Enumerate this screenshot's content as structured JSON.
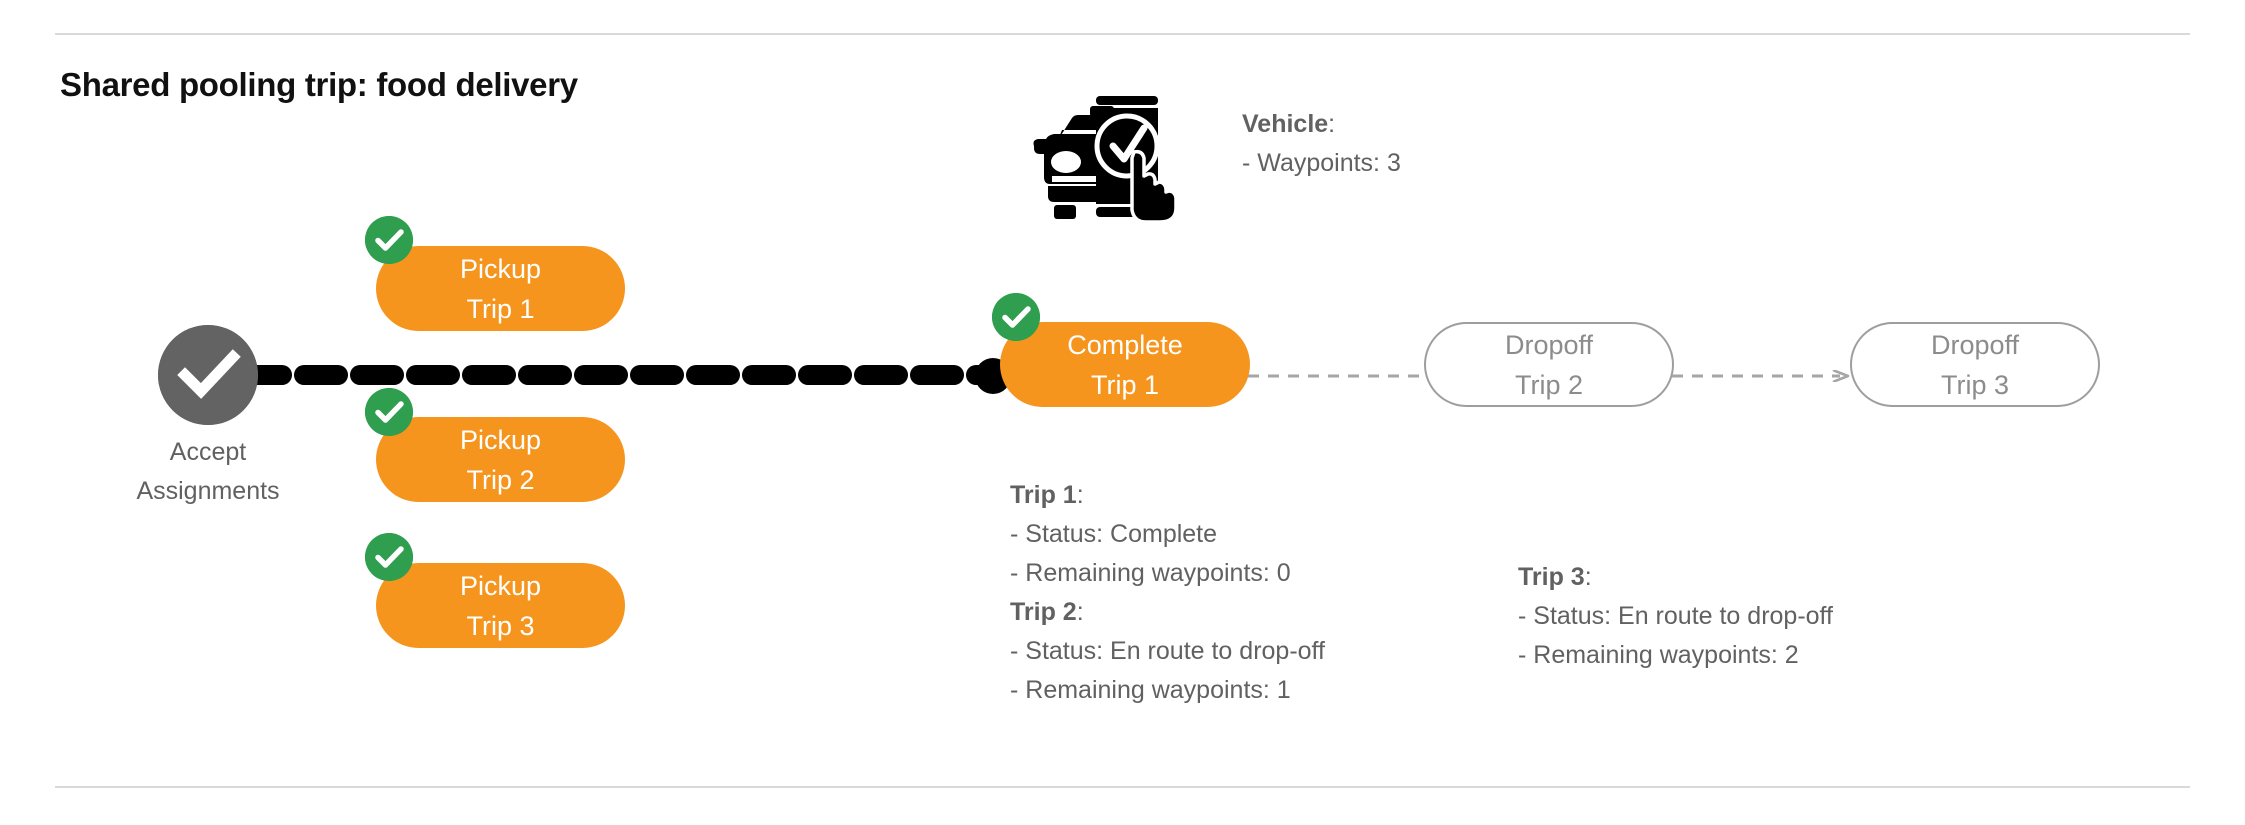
{
  "page": {
    "title": "Shared pooling trip: food delivery",
    "background": "#ffffff",
    "divider_color": "#d9d9d9"
  },
  "colors": {
    "orange": "#f5951e",
    "green": "#2f9e4f",
    "gray_circle": "#636363",
    "text_gray": "#616161",
    "outline_gray": "#9e9e9e",
    "black": "#000000",
    "white": "#ffffff"
  },
  "flow": {
    "start_node": {
      "label_line1": "Accept",
      "label_line2": "Assignments",
      "icon": "check-circle-icon",
      "state": "done"
    },
    "pickups": [
      {
        "line1": "Pickup",
        "line2": "Trip 1",
        "badge": "check-badge",
        "state": "done"
      },
      {
        "line1": "Pickup",
        "line2": "Trip 2",
        "badge": "check-badge",
        "state": "done"
      },
      {
        "line1": "Pickup",
        "line2": "Trip 3",
        "badge": "check-badge",
        "state": "done"
      }
    ],
    "complete_node": {
      "line1": "Complete",
      "line2": "Trip 1",
      "badge": "check-badge",
      "state": "done"
    },
    "dropoffs": [
      {
        "line1": "Dropoff",
        "line2": "Trip 2",
        "state": "pending"
      },
      {
        "line1": "Dropoff",
        "line2": "Trip 3",
        "state": "pending"
      }
    ]
  },
  "vehicle": {
    "icon": "car-phone-check-icon",
    "heading": "Vehicle",
    "heading_colon": ":",
    "waypoints_label": "- Waypoints: 3"
  },
  "trip_details": {
    "left_column": [
      {
        "heading": "Trip 1",
        "heading_colon": ":",
        "status": "- Status:  Complete",
        "waypoints": "- Remaining waypoints: 0"
      },
      {
        "heading": "Trip 2",
        "heading_colon": ":",
        "status": "- Status:  En route to drop-off",
        "waypoints": "- Remaining waypoints: 1"
      }
    ],
    "right_column": [
      {
        "heading": "Trip 3",
        "heading_colon": ":",
        "status": "- Status:  En route to drop-off",
        "waypoints": "- Remaining waypoints: 2"
      }
    ]
  }
}
